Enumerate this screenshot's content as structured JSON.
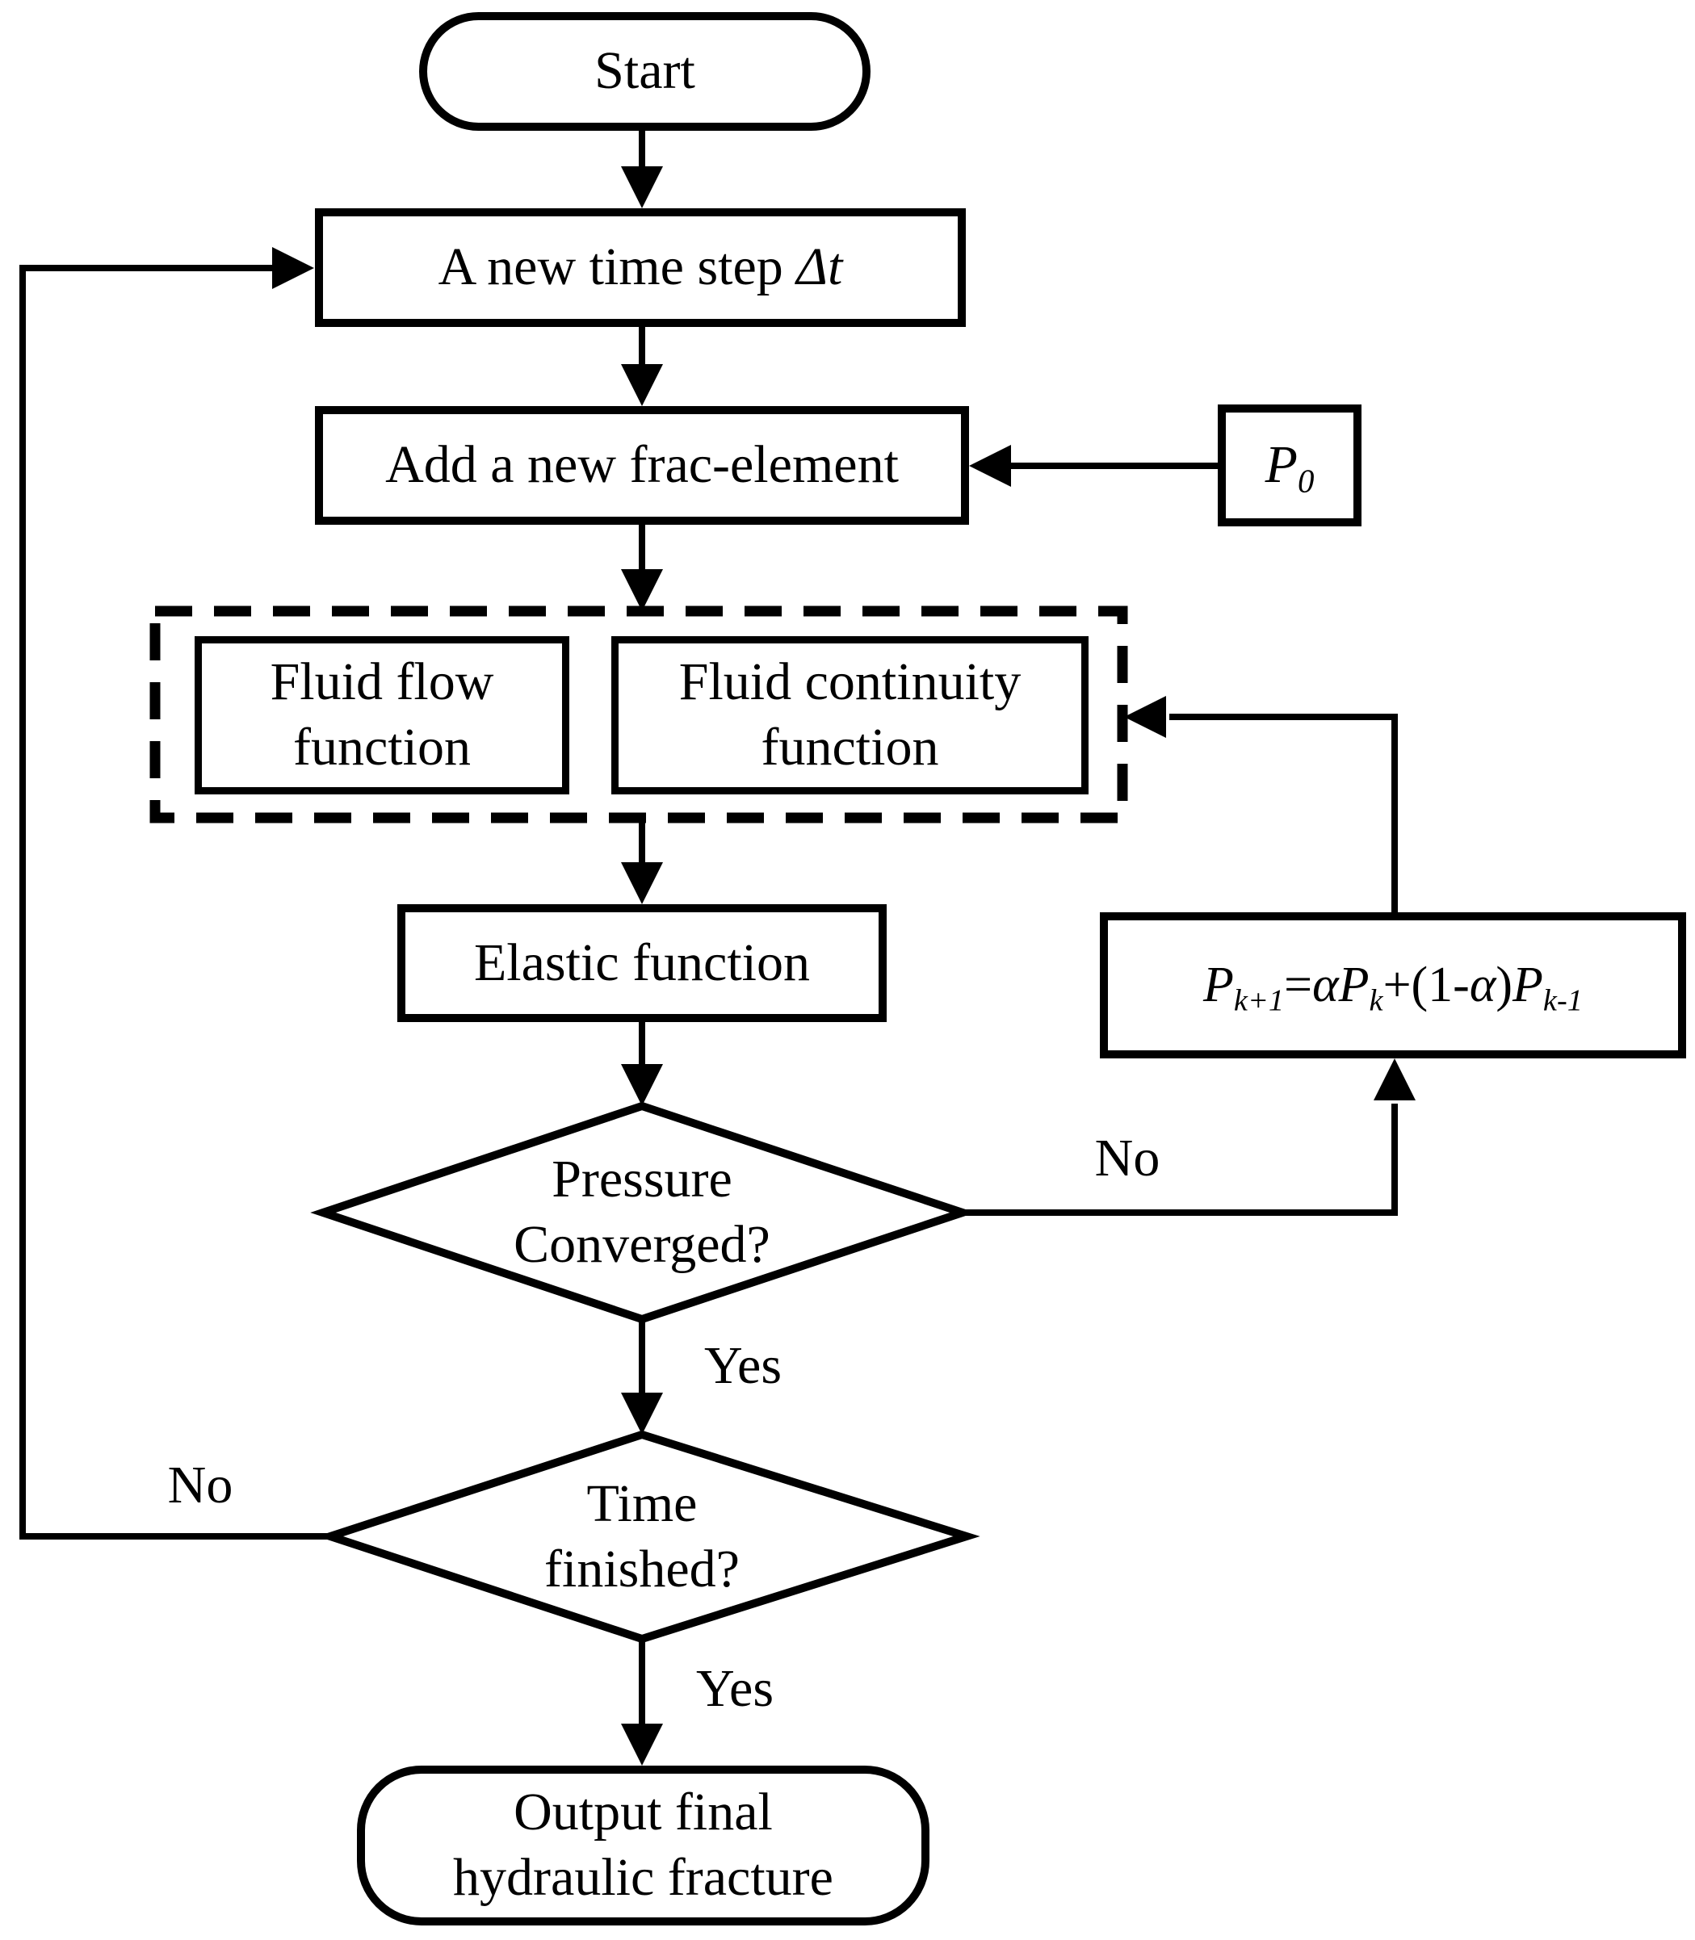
{
  "colors": {
    "background": "#ffffff",
    "stroke": "#000000"
  },
  "nodes": {
    "start": {
      "label": "Start"
    },
    "new_time_step": {
      "prefix": "A new time step ",
      "delta": "Δt"
    },
    "add_frac_element": {
      "label": "Add a new frac-element"
    },
    "p0": {
      "base": "P",
      "sub": "0"
    },
    "fluid_flow": {
      "line1": "Fluid flow",
      "line2": "function"
    },
    "fluid_continuity": {
      "line1": "Fluid continuity",
      "line2": "function"
    },
    "elastic": {
      "label": "Elastic function"
    },
    "pressure_update": {
      "fragments": [
        "P",
        "k+1",
        "=",
        "α",
        "P",
        "k",
        "+(1-",
        "α",
        ")",
        "P",
        "k-1"
      ]
    },
    "pressure_converged": {
      "line1": "Pressure",
      "line2": "Converged?"
    },
    "time_finished": {
      "line1": "Time",
      "line2": "finished?"
    },
    "output": {
      "line1": "Output final",
      "line2": "hydraulic fracture"
    }
  },
  "edge_labels": {
    "pressure_no": "No",
    "pressure_yes": "Yes",
    "time_no": "No",
    "time_yes": "Yes"
  }
}
